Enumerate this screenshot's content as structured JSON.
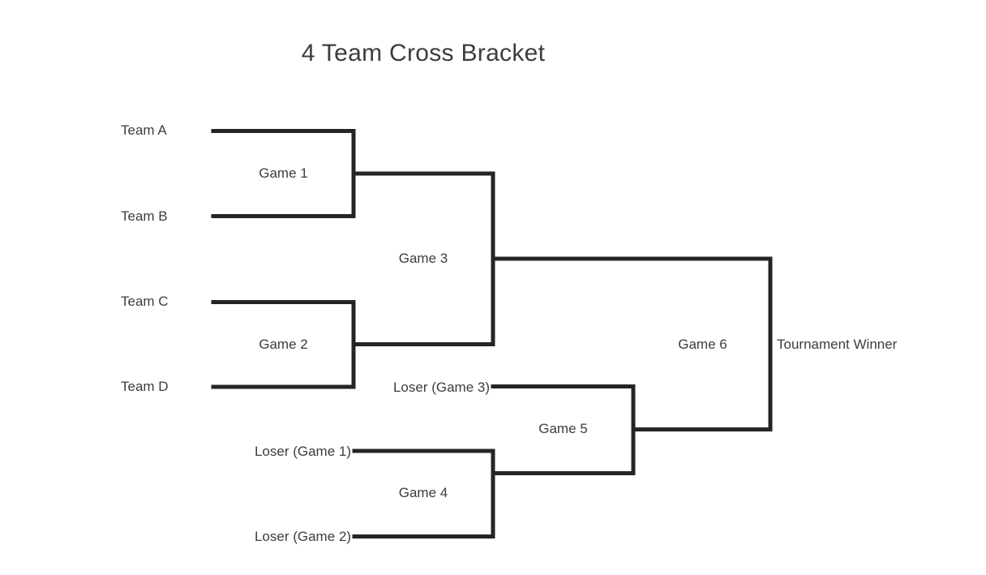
{
  "title": "4 Team Cross Bracket",
  "colors": {
    "background": "#ffffff",
    "line": "#272425",
    "text": "#3d3d3d"
  },
  "bracket": {
    "entrants": {
      "team_a": "Team A",
      "team_b": "Team B",
      "team_c": "Team C",
      "team_d": "Team D"
    },
    "feeders": {
      "loser_game_1": "Loser (Game 1)",
      "loser_game_2": "Loser (Game 2)",
      "loser_game_3": "Loser (Game 3)"
    },
    "games": {
      "game_1": "Game 1",
      "game_2": "Game 2",
      "game_3": "Game 3",
      "game_4": "Game 4",
      "game_5": "Game 5",
      "game_6": "Game 6"
    },
    "result_label": "Tournament Winner"
  }
}
